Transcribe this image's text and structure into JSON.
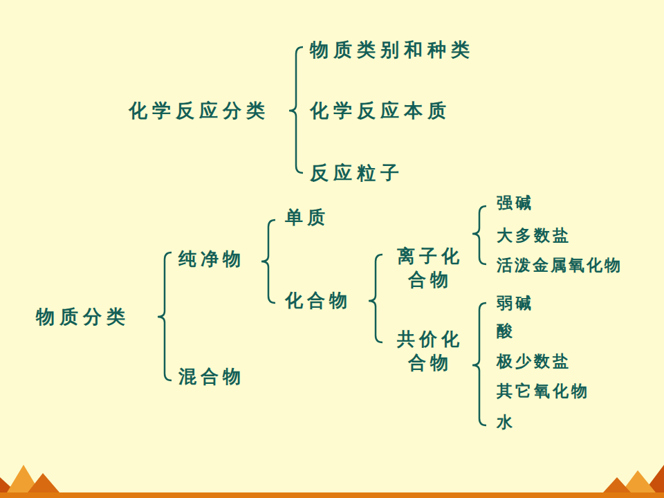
{
  "diagram": {
    "labels": [
      "化学反应分类",
      "物质类别和种类",
      "化学反应本质",
      "反应粒子",
      "物质分类",
      "纯净物",
      "混合物",
      "单质",
      "化合物",
      "离子化合物",
      "共价化合物",
      "强碱",
      "大多数盐",
      "活泼金属氧化物",
      "弱碱",
      "酸",
      "极少数盐",
      "其它氧化物",
      "水"
    ]
  }
}
